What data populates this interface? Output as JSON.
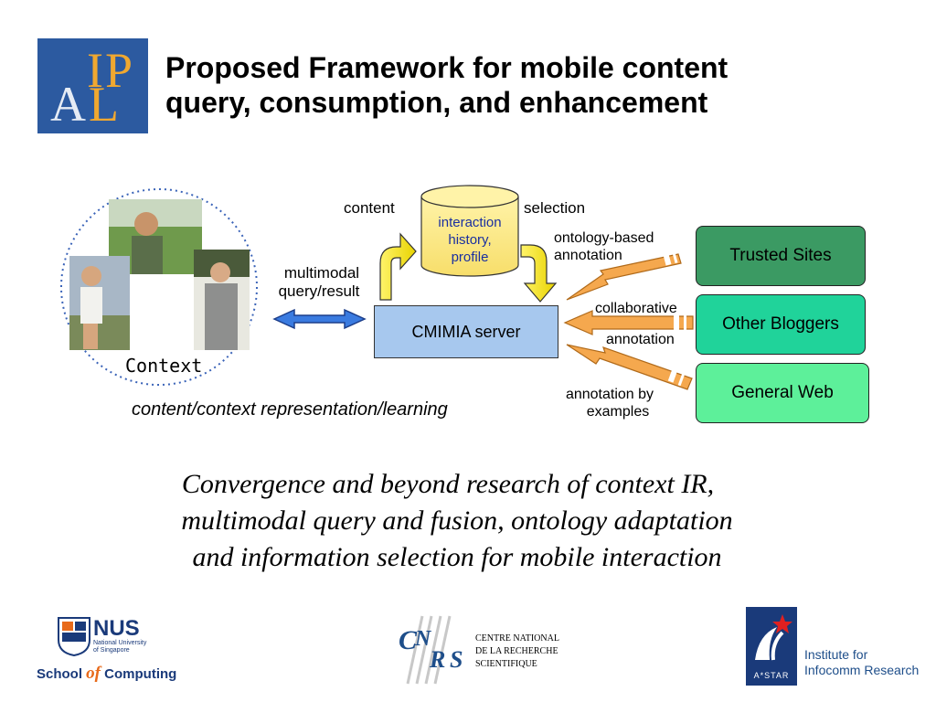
{
  "logo": {
    "letters": [
      "A",
      "I",
      "P",
      "L"
    ]
  },
  "title": {
    "line1": "Proposed Framework for mobile content",
    "line2": "query, consumption, and enhancement"
  },
  "diagram": {
    "context_label": "Context",
    "multimodal_label_line1": "multimodal",
    "multimodal_label_line2": "query/result",
    "content_label": "content",
    "selection_label": "selection",
    "database_line1": "interaction",
    "database_line2": "history,",
    "database_line3": "profile",
    "server_label": "CMIMIA server",
    "learning_label": "content/context representation/learning",
    "ontology_line1": "ontology-based",
    "ontology_line2": "annotation",
    "collab_line1": "collaborative",
    "collab_line2": "annotation",
    "examples_line1": "annotation by",
    "examples_line2": "examples",
    "sites": [
      {
        "label": "Trusted Sites",
        "color": "#3b9a63"
      },
      {
        "label": "Other Bloggers",
        "color": "#20d39a"
      },
      {
        "label": "General Web",
        "color": "#5df09a"
      }
    ],
    "server_color": "#a7c8ee",
    "arrow_color": "#f5a84e"
  },
  "caption": {
    "line1": "Convergence and beyond research of context IR,",
    "line2": "multimodal query and fusion, ontology adaptation",
    "line3": "and information selection for mobile interaction"
  },
  "footer": {
    "nus_name": "NUS",
    "nus_sub1": "National University",
    "nus_sub2": "of Singapore",
    "school_pre": "School ",
    "school_of": "of",
    "school_post": " Computing",
    "cnrs_line1": "CENTRE NATIONAL",
    "cnrs_line2": "DE LA RECHERCHE",
    "cnrs_line3": "SCIENTIFIQUE",
    "i2r_line1": "Institute for",
    "i2r_line2": "Infocomm Research",
    "astar": "A*STAR"
  }
}
